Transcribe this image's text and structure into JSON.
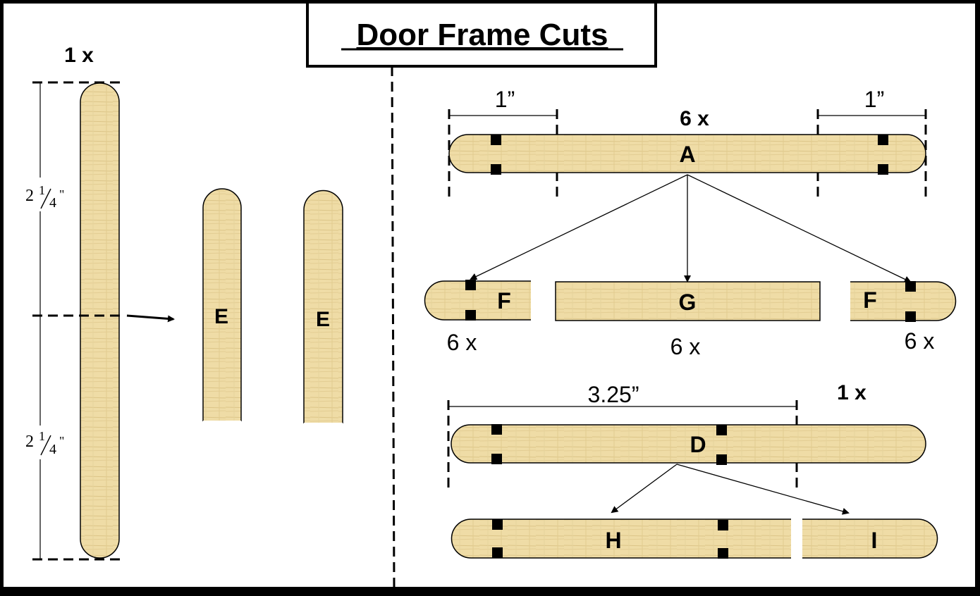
{
  "title": "Door Frame Cuts",
  "colors": {
    "background": "#ffffff",
    "border": "#000000",
    "wood_light": "#efdca6",
    "wood_dark": "#d9c07e",
    "marker": "#000000"
  },
  "left_panel": {
    "quantity": "1 x",
    "dim_top": {
      "whole": "2",
      "num": "1",
      "den": "4",
      "unit": "\""
    },
    "dim_bottom": {
      "whole": "2",
      "num": "1",
      "den": "4",
      "unit": "\""
    },
    "pieces": [
      "E",
      "E"
    ]
  },
  "right_top": {
    "quantity": "6 x",
    "left_dim": "1”",
    "right_dim": "1”",
    "stick_label": "A",
    "results": [
      {
        "label": "F",
        "quantity": "6 x"
      },
      {
        "label": "G",
        "quantity": "6 x"
      },
      {
        "label": "F",
        "quantity": "6 x"
      }
    ]
  },
  "right_bottom": {
    "quantity": "1 x",
    "dim": "3.25”",
    "stick_label": "D",
    "results": [
      {
        "label": "H"
      },
      {
        "label": "I"
      }
    ]
  }
}
